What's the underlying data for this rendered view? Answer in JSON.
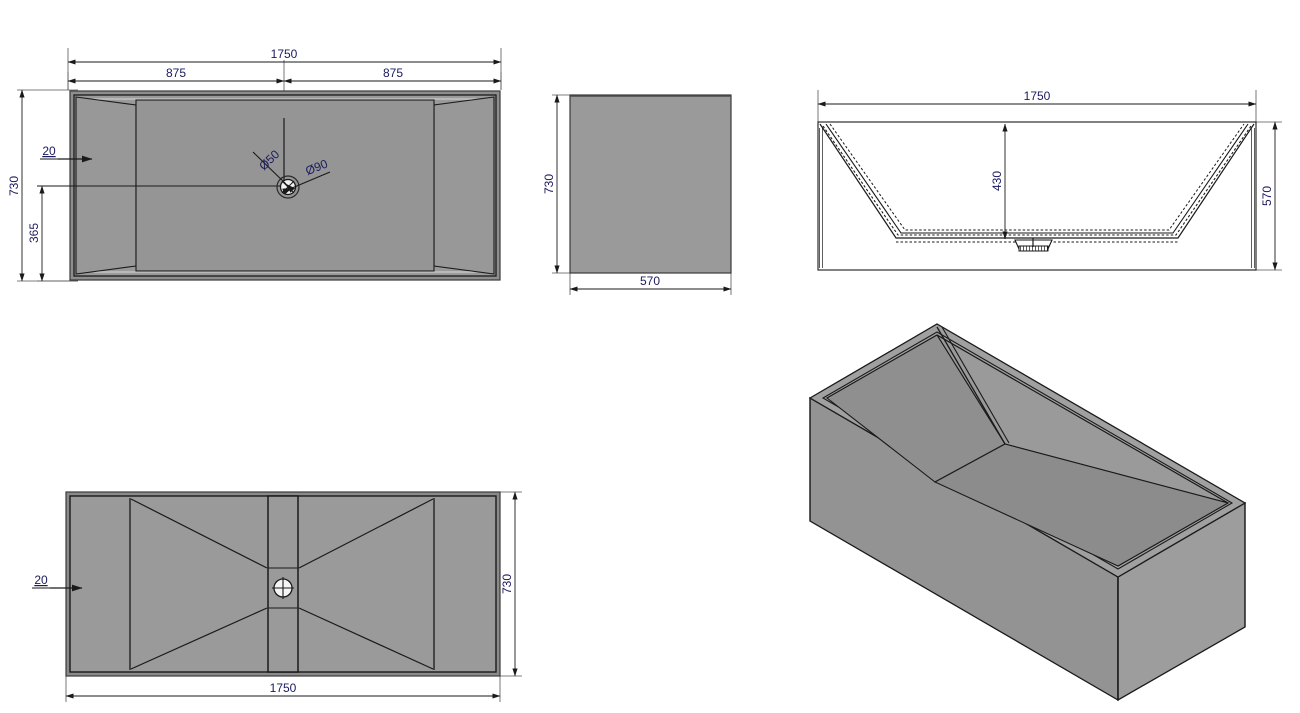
{
  "drawing": {
    "type": "technical-cad-drawing",
    "subject": "rectangular bathtub",
    "background_color": "#ffffff",
    "body_fill": "#949494",
    "body_fill_dark": "#707070",
    "line_color": "#1a1a1a",
    "dimension_text_color": "#1f2a66",
    "dimension_line_color": "#555555",
    "units": "mm"
  },
  "views": {
    "top": {
      "name": "Top plan view",
      "dimensions": {
        "overall_length": "1750",
        "half_length_left": "875",
        "half_length_right": "875",
        "overall_width": "730",
        "half_width": "365",
        "wall_thickness": "20"
      },
      "drain": {
        "inner_diameter_label": "Ø50",
        "outer_diameter_label": "Ø90"
      }
    },
    "end": {
      "name": "End elevation view",
      "dimensions": {
        "height": "730",
        "width": "570"
      }
    },
    "section": {
      "name": "Longitudinal cross-section",
      "dimensions": {
        "overall_length": "1750",
        "inner_depth": "430",
        "overall_height": "570"
      }
    },
    "bottom": {
      "name": "Bottom view",
      "dimensions": {
        "overall_length": "1750",
        "overall_width": "730",
        "wall_thickness": "20"
      }
    },
    "iso": {
      "name": "Isometric 3D view"
    }
  }
}
